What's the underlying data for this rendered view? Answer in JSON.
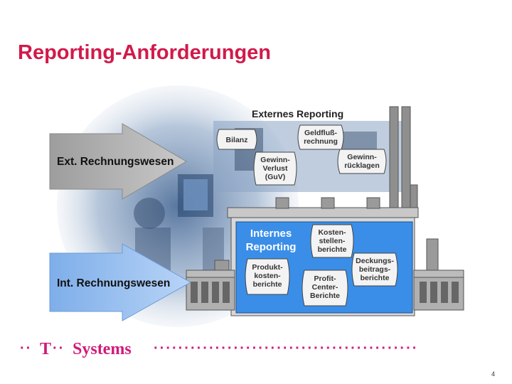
{
  "slide": {
    "title": "Reporting-Anforderungen",
    "page_number": "4"
  },
  "arrows": {
    "external": {
      "label": "Ext. Rechnungswesen"
    },
    "internal": {
      "label": "Int. Rechnungswesen"
    }
  },
  "external_reporting": {
    "heading": "Externes Reporting",
    "scrolls": [
      "Bilanz",
      "Geldfluß-\nrechnung",
      "Gewinn-\nVerlust\n(GuV)",
      "Gewinn-\nrücklagen"
    ]
  },
  "internal_reporting": {
    "heading": "Internes\nReporting",
    "scrolls": [
      "Kosten-\nstellen-\nberichte",
      "Deckungs-\nbeitrags-\nberichte",
      "Produkt-\nkosten-\nberichte",
      "Profit-\nCenter-\nBerichte"
    ]
  },
  "footer": {
    "brand_prefix": "T",
    "brand_name": "Systems"
  },
  "colors": {
    "title": "#d11a4a",
    "brand_magenta": "#d11a7a",
    "internal_box": "#3a8ee8",
    "arrow_gray": "#b9b9b9",
    "arrow_blue": "#9cc3f3"
  }
}
